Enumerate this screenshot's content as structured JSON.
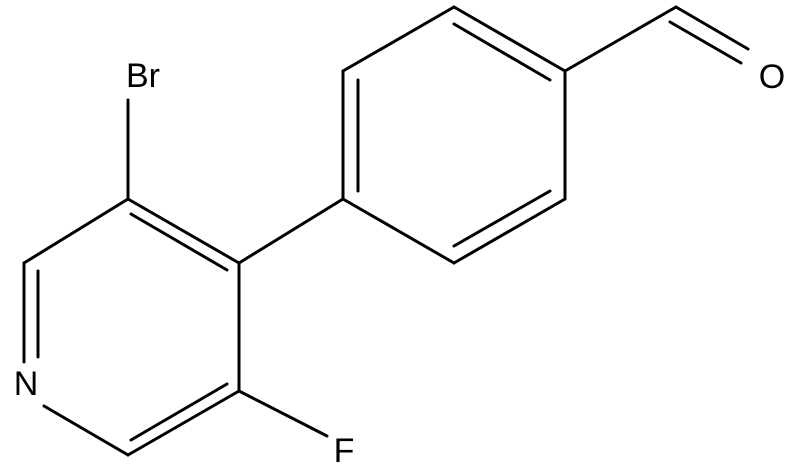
{
  "molecule": {
    "atoms": {
      "bromine": "Br",
      "nitrogen": "N",
      "fluorine": "F",
      "oxygen": "O"
    }
  }
}
